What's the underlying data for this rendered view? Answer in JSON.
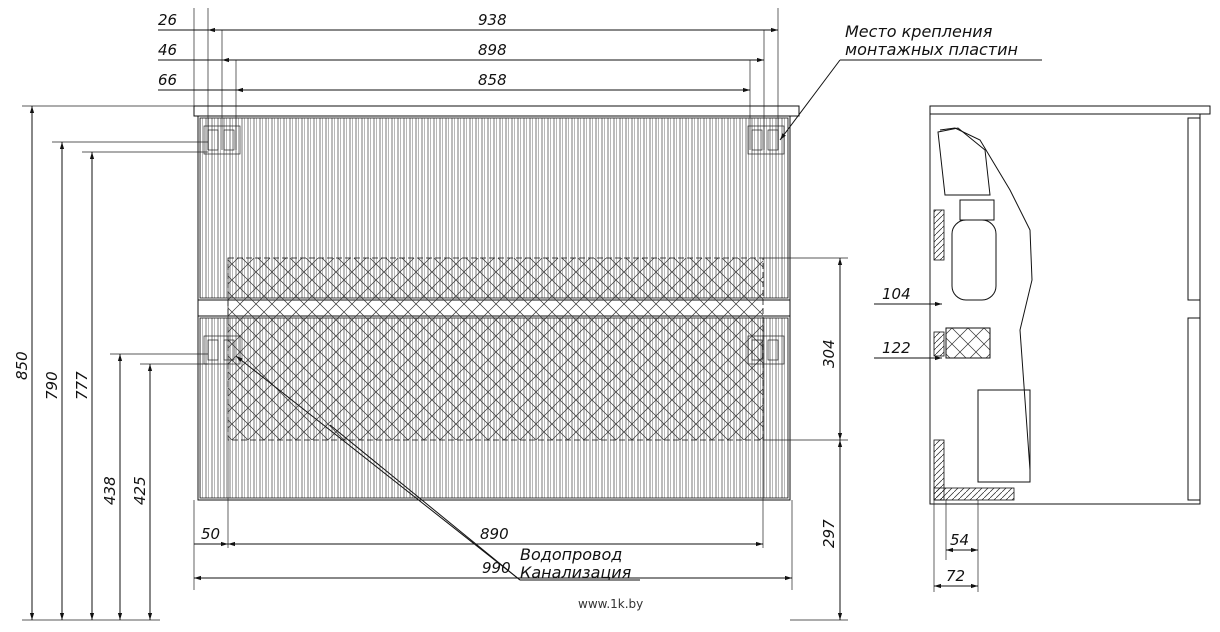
{
  "front_view": {
    "top_dims": {
      "d1": "26",
      "d2": "46",
      "d3": "66",
      "w1": "938",
      "w2": "898",
      "w3": "858"
    },
    "left_dims": {
      "h1": "850",
      "h2": "790",
      "h3": "777",
      "h4": "438",
      "h5": "425"
    },
    "bottom_dims": {
      "left_offset": "50",
      "inner_width": "890",
      "total_width": "990"
    },
    "right_dims": {
      "zone_height": "304",
      "zone_offset": "297"
    }
  },
  "side_view": {
    "d104": "104",
    "d122": "122",
    "d54": "54",
    "d72": "72"
  },
  "notes": {
    "mount_line1": "Место крепления",
    "mount_line2": "монтажных пластин",
    "water": "Водопровод",
    "sewer": "Канализация"
  },
  "watermark": "www.1k.by"
}
